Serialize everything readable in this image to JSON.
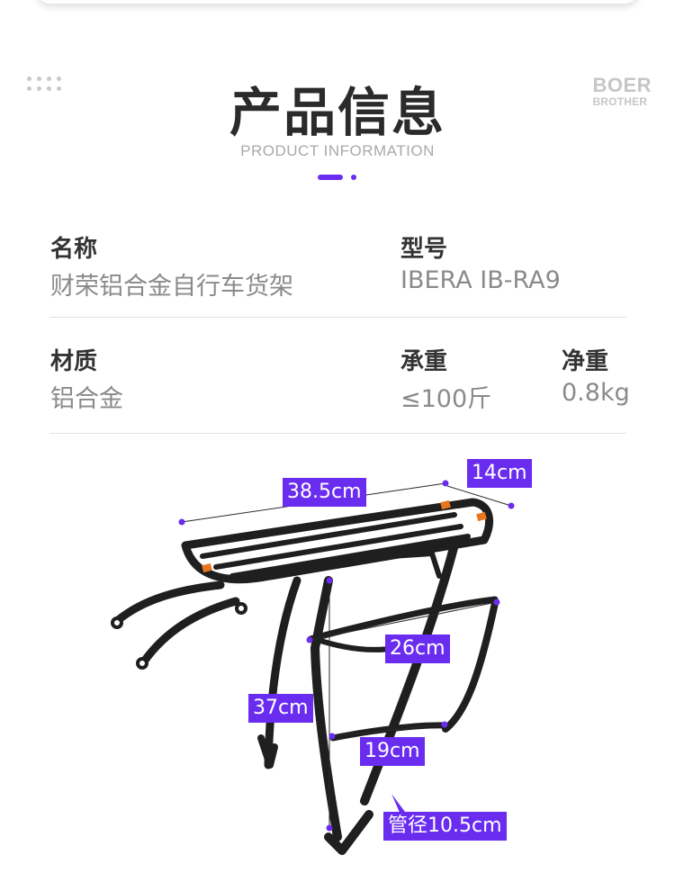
{
  "header": {
    "title": "产品信息",
    "subtitle": "PRODUCT INFORMATION",
    "brand_line1": "BOER",
    "brand_line2": "BROTHER"
  },
  "specs": {
    "name_label": "名称",
    "name_value": "财荣铝合金自行车货架",
    "model_label": "型号",
    "model_value": "IBERA IB-RA9",
    "material_label": "材质",
    "material_value": "铝合金",
    "load_label": "承重",
    "load_value": "≤100斤",
    "weight_label": "净重",
    "weight_value": "0.8kg"
  },
  "dimensions": {
    "length": "38.5cm",
    "top_width": "14cm",
    "bottom_width": "26cm",
    "height": "37cm",
    "lower_width": "19cm",
    "tube": "管径10.5cm"
  },
  "colors": {
    "accent": "#6a2df0",
    "rack": "#1f1f1f",
    "orange_cap": "#e8761f"
  }
}
